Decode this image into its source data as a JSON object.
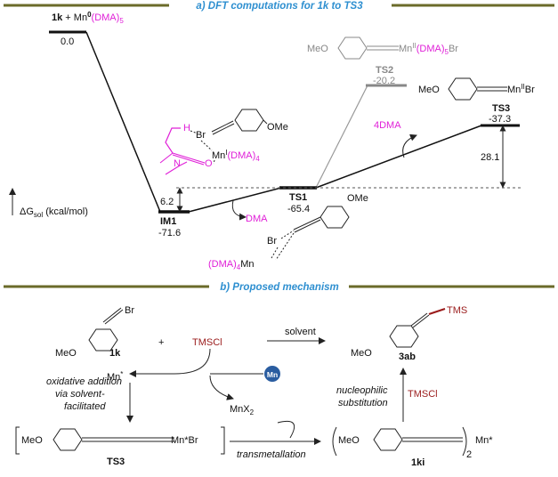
{
  "section_a": {
    "title": "a) DFT computations for 1k to TS3",
    "start_label_bold": "1k",
    "start_label_mid": " + Mn",
    "start_label_sup": "0",
    "start_label_mag": "(DMA)",
    "start_label_sub": "5",
    "start_value": "0.0",
    "yaxis_label": "ΔG",
    "yaxis_sub": "sol",
    "yaxis_unit": " (kcal/mol)",
    "im1_name": "IM1",
    "im1_value": "-71.6",
    "ts1_name": "TS1",
    "ts1_value": "-65.4",
    "ts2_name": "TS2",
    "ts2_value": "-20.2",
    "ts3_name": "TS3",
    "ts3_value": "-37.3",
    "gap_im1_ts1": "6.2",
    "gap_ts1_ts3": "28.1",
    "dma_label": "DMA",
    "four_dma_label": "4DMA",
    "im1_struct": {
      "h": "H",
      "br": "Br",
      "n": "N",
      "o": "O",
      "mn": "Mn",
      "mn_sup": "I",
      "dma4": "(DMA)",
      "dma4_sub": "4",
      "ome": "OMe"
    },
    "ts1_struct": {
      "ome": "OMe",
      "br": "Br",
      "mn": "Mn",
      "dma4": "(DMA)",
      "dma4_sub": "4"
    },
    "ts2_struct": {
      "meo": "MeO",
      "mn": "Mn",
      "mn_sup": "II",
      "dma5": "(DMA)",
      "dma5_sub": "5",
      "br": "Br"
    },
    "ts3_struct": {
      "meo": "MeO",
      "mn": "Mn",
      "mn_sup": "II",
      "br": "Br"
    }
  },
  "section_b": {
    "title": "b) Proposed mechanism",
    "br": "Br",
    "meo": "MeO",
    "c1k": "1k",
    "plus": "+",
    "tmscl": "TMSCl",
    "solvent": "solvent",
    "tms": "TMS",
    "c3ab": "3ab",
    "mn_star": "Mn",
    "mn_badge": "Mn",
    "mnx2": "MnX",
    "mnx2_sub": "2",
    "oxidative": [
      "oxidative addition",
      "via solvent-",
      "facilitated"
    ],
    "ts3_inner": "Mn*Br",
    "ts3_label": "TS3",
    "transmetallation": "transmetallation",
    "c1ki_sub": "2",
    "c1ki_mn": "Mn*",
    "c1ki": "1ki",
    "nucleophilic": [
      "nucleophilic",
      "substitution"
    ],
    "tmscl2": "TMSCl"
  },
  "colors": {
    "accent_blue": "#2e8fd0",
    "magenta": "#e020d8",
    "dark_red": "#9a1b1b",
    "rule_olive": "#6b6b2a",
    "mn_badge": "#2a5da0"
  }
}
